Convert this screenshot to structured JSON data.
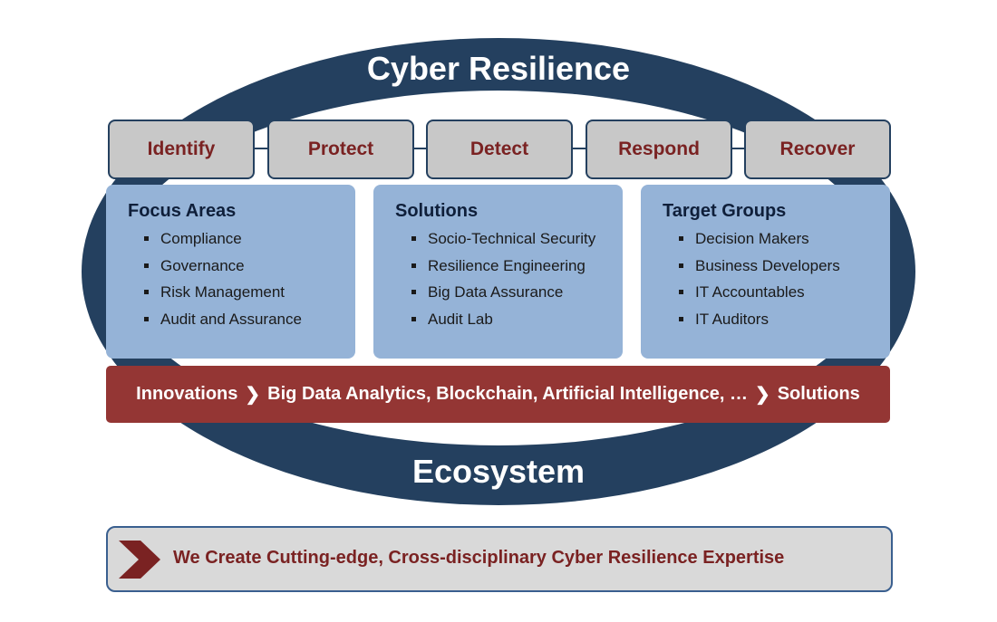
{
  "title": "Cyber Resilience",
  "subtitle": "Ecosystem",
  "phases": [
    "Identify",
    "Protect",
    "Detect",
    "Respond",
    "Recover"
  ],
  "cards": [
    {
      "heading": "Focus Areas",
      "items": [
        "Compliance",
        "Governance",
        "Risk Management",
        "Audit and Assurance"
      ]
    },
    {
      "heading": "Solutions",
      "items": [
        "Socio-Technical Security",
        "Resilience Engineering",
        "Big Data Assurance",
        "Audit Lab"
      ]
    },
    {
      "heading": "Target Groups",
      "items": [
        "Decision Makers",
        "Business Developers",
        "IT Accountables",
        "IT Auditors"
      ]
    }
  ],
  "innovation_bar": {
    "start": "Innovations",
    "middle": "Big Data Analytics, Blockchain, Artificial Intelligence, …",
    "end": "Solutions"
  },
  "mission": "We Create Cutting-edge, Cross-disciplinary Cyber Resilience Expertise",
  "colors": {
    "navy": "#24405f",
    "red": "#943634",
    "card": "#95b3d7",
    "phase": "#c8c8c8",
    "text_red": "#7a2222"
  }
}
